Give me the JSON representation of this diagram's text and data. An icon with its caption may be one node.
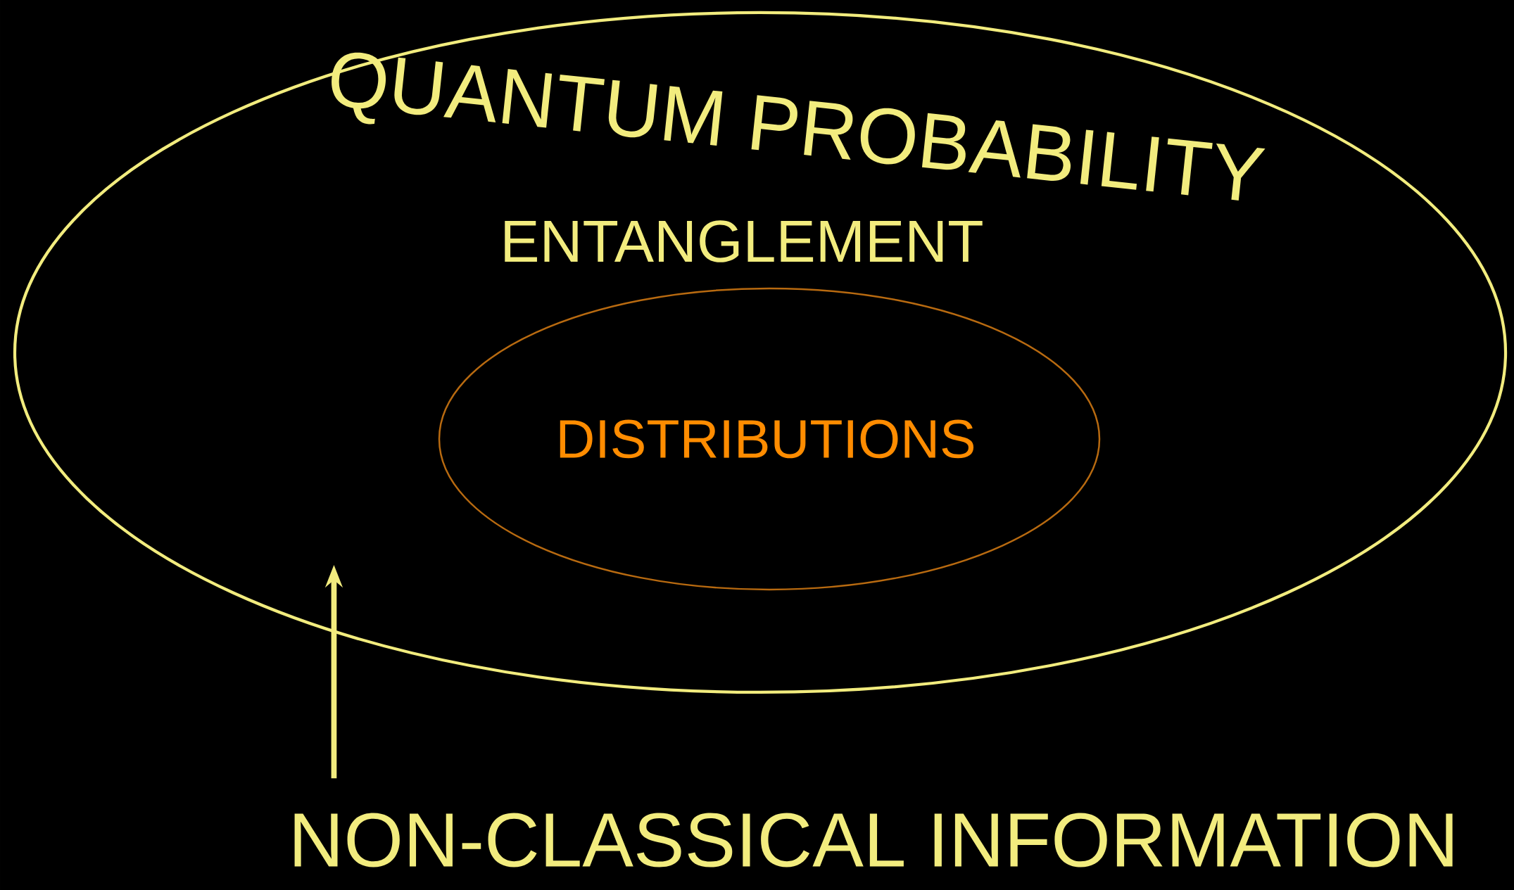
{
  "diagram": {
    "nodes": [
      {
        "text": [
          "QUANTUM PROBABILITY",
          "ENTANGLEMENT"
        ]
      },
      {
        "text": [
          "DISTRIBUTIONS"
        ],
        "in": 0
      },
      {
        "text": [
          "NON-CLASSICAL INFORMATION"
        ]
      }
    ],
    "edges": [
      {
        "from": 2,
        "to": 0,
        "arrow": "to"
      }
    ]
  }
}
